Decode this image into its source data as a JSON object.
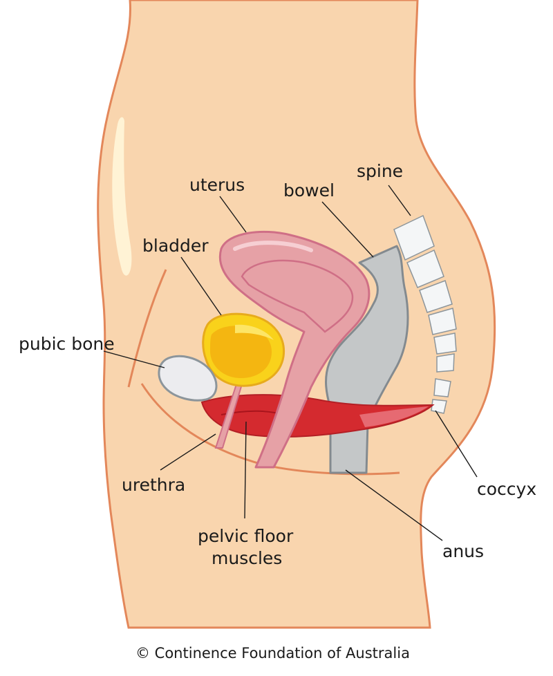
{
  "labels": {
    "uterus": "uterus",
    "bowel": "bowel",
    "spine": "spine",
    "bladder": "bladder",
    "pubic_bone": "pubic bone",
    "urethra": "urethra",
    "pelvic_floor_line1": "pelvic floor",
    "pelvic_floor_line2": "muscles",
    "coccyx": "coccyx",
    "anus": "anus"
  },
  "credit": "© Continence Foundation of Australia",
  "colors": {
    "skin": "#f9d5ae",
    "skin_outline": "#e3875a",
    "uterus": "#e6a1a6",
    "uterus_outline": "#cf6f86",
    "bladder": "#f9d21b",
    "bladder_inner": "#f3b20f",
    "bladder_outline": "#e7ab1c",
    "muscle": "#d42a2f",
    "bowel": "#c4c7c8",
    "bowel_outline": "#838a8f",
    "bone": "#ececef",
    "bone_outline": "#8c959b",
    "vertebra": "#f4f6f7"
  }
}
